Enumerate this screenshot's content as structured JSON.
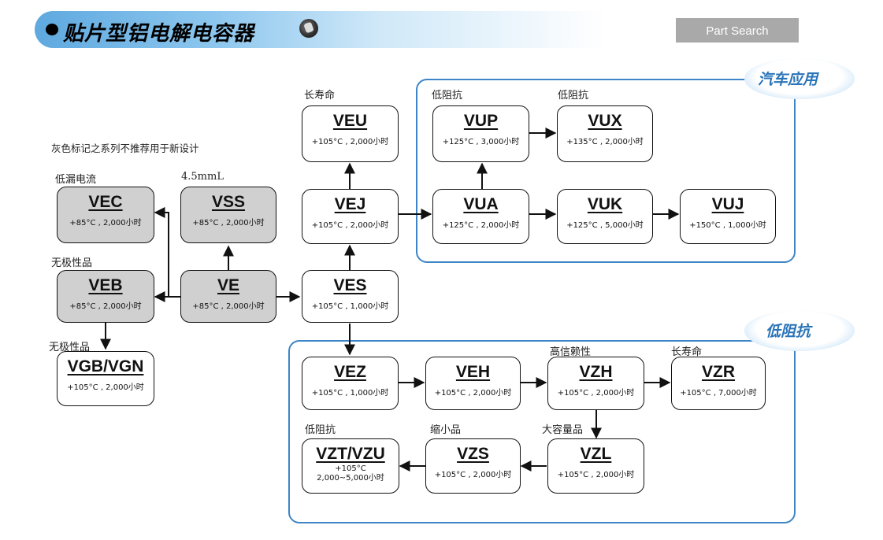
{
  "header": {
    "title": "贴片型铝电解电容器",
    "search_button": "Part Search"
  },
  "note": "灰色标记之系列不推荐用于新设计",
  "regions": {
    "auto": "汽车应用",
    "low_impedance": "低阻抗"
  },
  "labels": {
    "veu": "长寿命",
    "vup": "低阻抗",
    "vux": "低阻抗",
    "vec": "低漏电流",
    "vss": "4.5mmL",
    "veb": "无极性品",
    "vgb": "无极性品",
    "vzh": "高信赖性",
    "vzr": "长寿命",
    "vzt": "低阻抗",
    "vzs": "缩小品",
    "vzl": "大容量品"
  },
  "nodes": {
    "veu": {
      "name": "VEU",
      "spec": "+105°C , 2,000小时"
    },
    "vej": {
      "name": "VEJ",
      "spec": "+105°C , 2,000小时"
    },
    "ves": {
      "name": "VES",
      "spec": "+105°C , 1,000小时"
    },
    "vup": {
      "name": "VUP",
      "spec": "+125°C , 3,000小时"
    },
    "vux": {
      "name": "VUX",
      "spec": "+135°C , 2,000小时"
    },
    "vua": {
      "name": "VUA",
      "spec": "+125°C , 2,000小时"
    },
    "vuk": {
      "name": "VUK",
      "spec": "+125°C , 5,000小时"
    },
    "vuj": {
      "name": "VUJ",
      "spec": "+150°C , 1,000小时"
    },
    "vec": {
      "name": "VEC",
      "spec": "+85°C , 2,000小时"
    },
    "vss": {
      "name": "VSS",
      "spec": "+85°C , 2,000小时"
    },
    "veb": {
      "name": "VEB",
      "spec": "+85°C , 2,000小时"
    },
    "ve": {
      "name": "VE",
      "spec": "+85°C , 2,000小时"
    },
    "vgb": {
      "name": "VGB/VGN",
      "spec": "+105°C , 2,000小时"
    },
    "vez": {
      "name": "VEZ",
      "spec": "+105°C , 1,000小时"
    },
    "veh": {
      "name": "VEH",
      "spec": "+105°C , 2,000小时"
    },
    "vzh": {
      "name": "VZH",
      "spec": "+105°C , 2,000小时"
    },
    "vzr": {
      "name": "VZR",
      "spec": "+105°C , 7,000小时"
    },
    "vzt": {
      "name": "VZT/VZU",
      "spec_line1": "+105°C",
      "spec_line2": "2,000~5,000小时"
    },
    "vzs": {
      "name": "VZS",
      "spec": "+105°C , 2,000小时"
    },
    "vzl": {
      "name": "VZL",
      "spec": "+105°C , 2,000小时"
    }
  },
  "colors": {
    "region_border": "#3d85c6",
    "gray_node": "#d0d0d0",
    "search_button_bg": "#a9a9a9"
  }
}
